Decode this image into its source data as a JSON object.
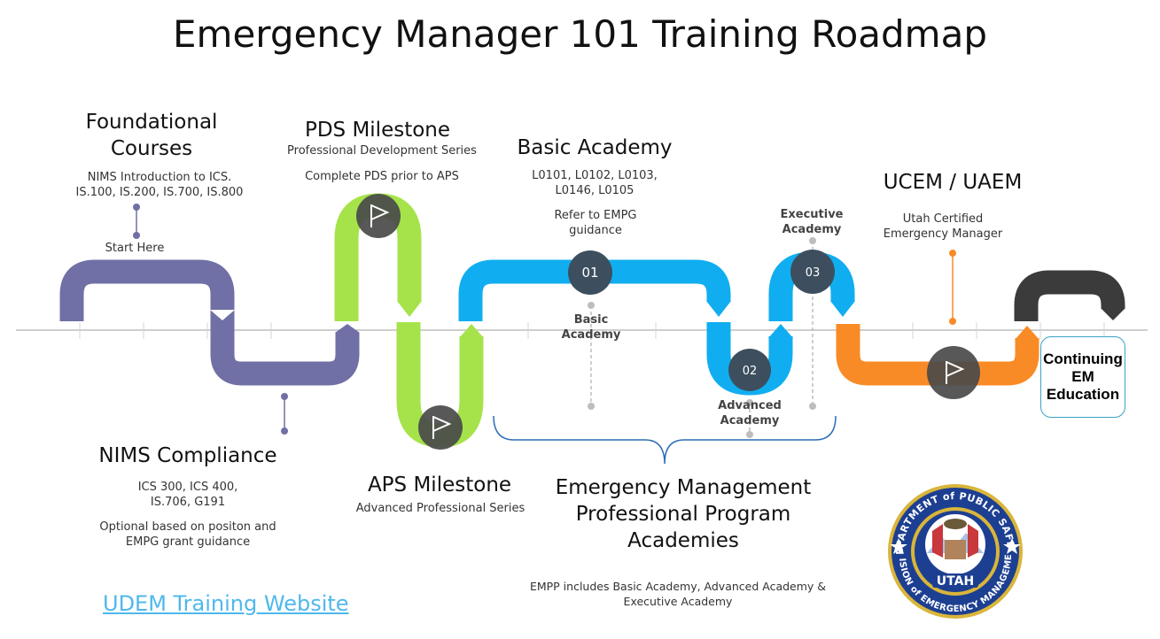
{
  "title": "Emergency Manager 101 Training Roadmap",
  "foundational": {
    "heading_line1": "Foundational",
    "heading_line2": "Courses",
    "desc_line1": "NIMS Introduction to ICS.",
    "desc_line2": "IS.100, IS.200, IS.700, IS.800",
    "start_label": "Start Here"
  },
  "pds": {
    "heading": "PDS Milestone",
    "subtitle": "Professional Development Series",
    "desc": "Complete PDS prior to APS"
  },
  "basic_academy": {
    "heading": "Basic Academy",
    "desc_line1": "L0101, L0102, L0103,",
    "desc_line2": "L0146, L0105",
    "note_line1": "Refer to EMPG",
    "note_line2": "guidance"
  },
  "ucem": {
    "heading": "UCEM / UAEM",
    "desc_line1": "Utah Certified",
    "desc_line2": "Emergency Manager"
  },
  "nims": {
    "heading": "NIMS Compliance",
    "desc_line1": "ICS 300, ICS 400,",
    "desc_line2": "IS.706, G191",
    "note_line1": "Optional based on positon and",
    "note_line2": "EMPG grant guidance"
  },
  "aps": {
    "heading": "APS Milestone",
    "subtitle": "Advanced Professional Series"
  },
  "empp": {
    "heading_line1": "Emergency Management",
    "heading_line2": "Professional Program",
    "heading_line3": "Academies",
    "desc_line1": "EMPP includes Basic Academy, Advanced Academy &",
    "desc_line2": "Executive Academy"
  },
  "markers": {
    "m01": "01",
    "m02": "02",
    "m03": "03",
    "basic_line1": "Basic",
    "basic_line2": "Academy",
    "advanced_line1": "Advanced",
    "advanced_line2": "Academy",
    "executive_line1": "Executive",
    "executive_line2": "Academy"
  },
  "continuing": {
    "line1": "Continuing",
    "line2": "EM",
    "line3": "Education"
  },
  "link_text": "UDEM Training Website",
  "seal": {
    "top_text": "DEPARTMENT of PUBLIC SAFETY",
    "bottom_text": "DIVISION of EMERGENCY MANAGEMENT",
    "center_text": "UTAH"
  },
  "colors": {
    "purple": "#7070a6",
    "green": "#a6e34a",
    "blue": "#10aef0",
    "orange": "#f98b26",
    "dark": "#3b3b3b",
    "marker": "#4a4a4a",
    "seal_blue": "#1d3f92",
    "link": "#4fb8ec"
  },
  "icons": [
    "flag-icon"
  ]
}
